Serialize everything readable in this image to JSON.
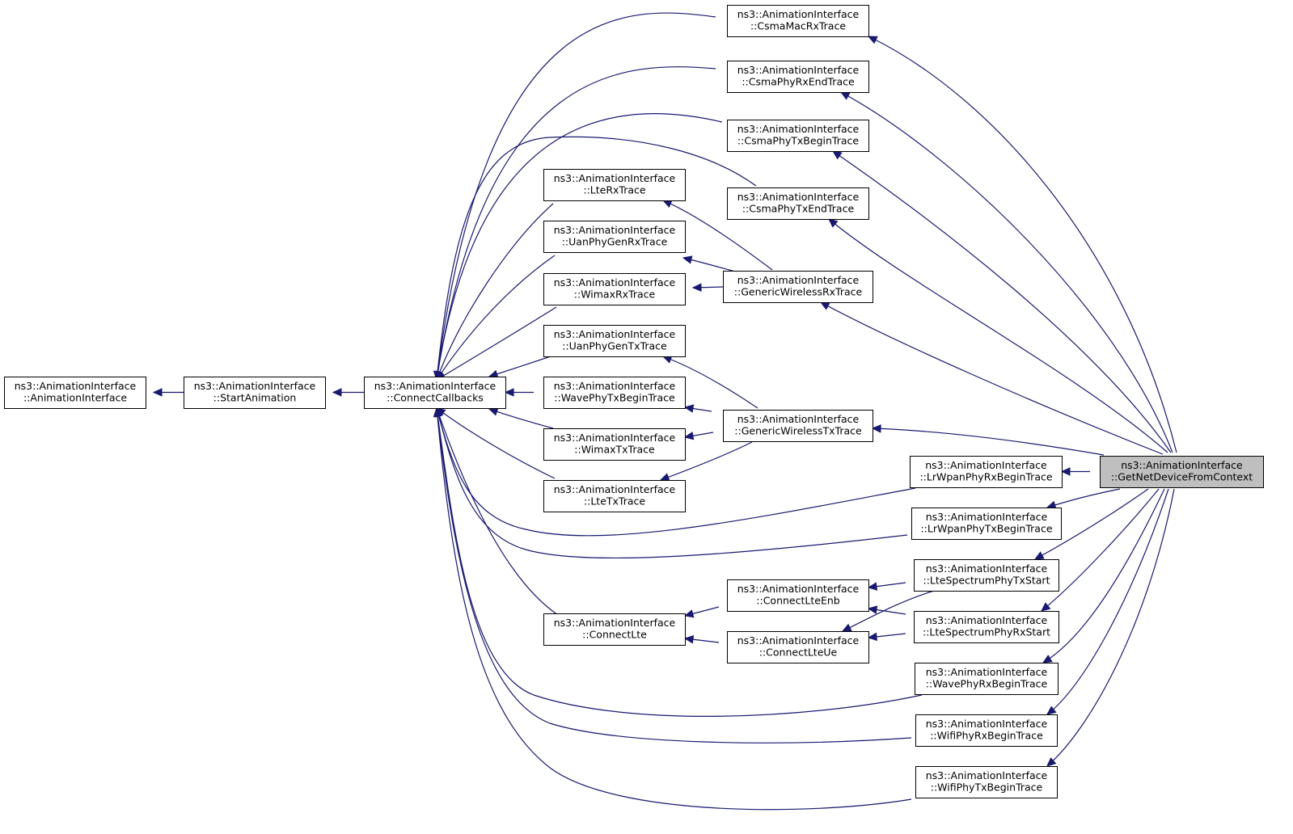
{
  "diagram": {
    "type": "call-graph",
    "colors": {
      "edge": "#191970",
      "node_border": "#000000",
      "node_fill": "#ffffff",
      "highlight_fill": "#bfbfbf"
    },
    "nodes": [
      {
        "id": "ai",
        "line1": "ns3::AnimationInterface",
        "line2": "::AnimationInterface"
      },
      {
        "id": "start",
        "line1": "ns3::AnimationInterface",
        "line2": "::StartAnimation"
      },
      {
        "id": "cc",
        "line1": "ns3::AnimationInterface",
        "line2": "::ConnectCallbacks"
      },
      {
        "id": "csmamac",
        "line1": "ns3::AnimationInterface",
        "line2": "::CsmaMacRxTrace"
      },
      {
        "id": "csmaphyrx",
        "line1": "ns3::AnimationInterface",
        "line2": "::CsmaPhyRxEndTrace"
      },
      {
        "id": "csmaphytxb",
        "line1": "ns3::AnimationInterface",
        "line2": "::CsmaPhyTxBeginTrace"
      },
      {
        "id": "csmaphytxe",
        "line1": "ns3::AnimationInterface",
        "line2": "::CsmaPhyTxEndTrace"
      },
      {
        "id": "lterx",
        "line1": "ns3::AnimationInterface",
        "line2": "::LteRxTrace"
      },
      {
        "id": "uanrx",
        "line1": "ns3::AnimationInterface",
        "line2": "::UanPhyGenRxTrace"
      },
      {
        "id": "wimaxrx",
        "line1": "ns3::AnimationInterface",
        "line2": "::WimaxRxTrace"
      },
      {
        "id": "uantx",
        "line1": "ns3::AnimationInterface",
        "line2": "::UanPhyGenTxTrace"
      },
      {
        "id": "wavetx",
        "line1": "ns3::AnimationInterface",
        "line2": "::WavePhyTxBeginTrace"
      },
      {
        "id": "wimaxtx",
        "line1": "ns3::AnimationInterface",
        "line2": "::WimaxTxTrace"
      },
      {
        "id": "ltetx",
        "line1": "ns3::AnimationInterface",
        "line2": "::LteTxTrace"
      },
      {
        "id": "gwrx",
        "line1": "ns3::AnimationInterface",
        "line2": "::GenericWirelessRxTrace"
      },
      {
        "id": "gwtx",
        "line1": "ns3::AnimationInterface",
        "line2": "::GenericWirelessTxTrace"
      },
      {
        "id": "lrrx",
        "line1": "ns3::AnimationInterface",
        "line2": "::LrWpanPhyRxBeginTrace"
      },
      {
        "id": "lrtx",
        "line1": "ns3::AnimationInterface",
        "line2": "::LrWpanPhyTxBeginTrace"
      },
      {
        "id": "ltesptx",
        "line1": "ns3::AnimationInterface",
        "line2": "::LteSpectrumPhyTxStart"
      },
      {
        "id": "ltesprx",
        "line1": "ns3::AnimationInterface",
        "line2": "::LteSpectrumPhyRxStart"
      },
      {
        "id": "clte",
        "line1": "ns3::AnimationInterface",
        "line2": "::ConnectLte"
      },
      {
        "id": "clteenb",
        "line1": "ns3::AnimationInterface",
        "line2": "::ConnectLteEnb"
      },
      {
        "id": "clteue",
        "line1": "ns3::AnimationInterface",
        "line2": "::ConnectLteUe"
      },
      {
        "id": "waverx",
        "line1": "ns3::AnimationInterface",
        "line2": "::WavePhyRxBeginTrace"
      },
      {
        "id": "wifirx",
        "line1": "ns3::AnimationInterface",
        "line2": "::WifiPhyRxBeginTrace"
      },
      {
        "id": "wifitx",
        "line1": "ns3::AnimationInterface",
        "line2": "::WifiPhyTxBeginTrace"
      },
      {
        "id": "getnd",
        "line1": "ns3::AnimationInterface",
        "line2": "::GetNetDeviceFromContext",
        "highlight": true
      }
    ],
    "edges": [
      [
        "start",
        "ai"
      ],
      [
        "cc",
        "start"
      ],
      [
        "csmamac",
        "cc"
      ],
      [
        "csmaphyrx",
        "cc"
      ],
      [
        "csmaphytxb",
        "cc"
      ],
      [
        "csmaphytxe",
        "cc"
      ],
      [
        "lterx",
        "cc"
      ],
      [
        "uanrx",
        "cc"
      ],
      [
        "wimaxrx",
        "cc"
      ],
      [
        "uantx",
        "cc"
      ],
      [
        "wavetx",
        "cc"
      ],
      [
        "wimaxtx",
        "cc"
      ],
      [
        "ltetx",
        "cc"
      ],
      [
        "lrrx",
        "cc"
      ],
      [
        "lrtx",
        "cc"
      ],
      [
        "clte",
        "cc"
      ],
      [
        "waverx",
        "cc"
      ],
      [
        "wifirx",
        "cc"
      ],
      [
        "wifitx",
        "cc"
      ],
      [
        "gwrx",
        "lterx"
      ],
      [
        "gwrx",
        "uanrx"
      ],
      [
        "gwrx",
        "wimaxrx"
      ],
      [
        "gwtx",
        "uantx"
      ],
      [
        "gwtx",
        "wavetx"
      ],
      [
        "gwtx",
        "wimaxtx"
      ],
      [
        "gwtx",
        "ltetx"
      ],
      [
        "clteenb",
        "clte"
      ],
      [
        "clteue",
        "clte"
      ],
      [
        "ltesptx",
        "clteenb"
      ],
      [
        "ltesprx",
        "clteenb"
      ],
      [
        "ltesptx",
        "clteue"
      ],
      [
        "ltesprx",
        "clteue"
      ],
      [
        "getnd",
        "csmamac"
      ],
      [
        "getnd",
        "csmaphyrx"
      ],
      [
        "getnd",
        "csmaphytxb"
      ],
      [
        "getnd",
        "csmaphytxe"
      ],
      [
        "getnd",
        "gwrx"
      ],
      [
        "getnd",
        "gwtx"
      ],
      [
        "getnd",
        "lrrx"
      ],
      [
        "getnd",
        "lrtx"
      ],
      [
        "getnd",
        "ltesptx"
      ],
      [
        "getnd",
        "ltesprx"
      ],
      [
        "getnd",
        "waverx"
      ],
      [
        "getnd",
        "wifirx"
      ],
      [
        "getnd",
        "wifitx"
      ]
    ]
  }
}
